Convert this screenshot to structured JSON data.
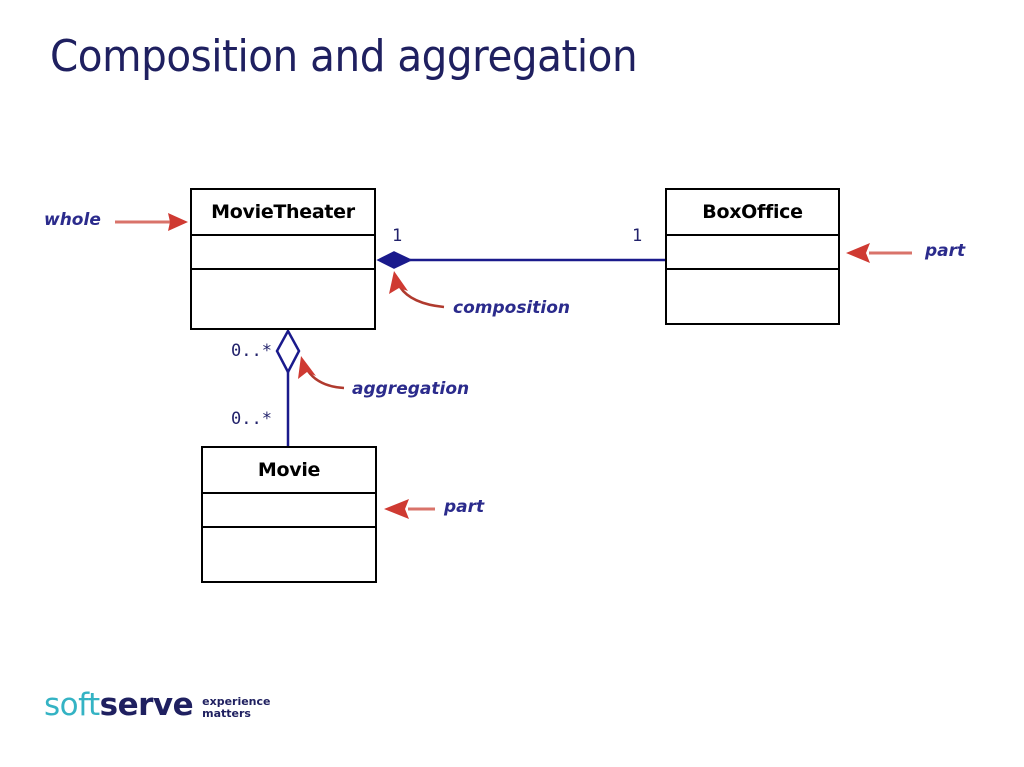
{
  "slide": {
    "title": "Composition and aggregation",
    "background_color": "#ffffff",
    "title_color": "#1f2060"
  },
  "diagram": {
    "type": "uml-class-diagram",
    "classes": [
      {
        "id": "movietheater",
        "name": "MovieTheater",
        "compartments": 3
      },
      {
        "id": "boxoffice",
        "name": "BoxOffice",
        "compartments": 3
      },
      {
        "id": "movie",
        "name": "Movie",
        "compartments": 3
      }
    ],
    "relationships": [
      {
        "kind": "composition",
        "from": "MovieTheater",
        "to": "BoxOffice",
        "from_multiplicity": "1",
        "to_multiplicity": "1",
        "diamond": "filled",
        "line_color": "#1a1a8c"
      },
      {
        "kind": "aggregation",
        "from": "MovieTheater",
        "to": "Movie",
        "from_multiplicity": "0..*",
        "to_multiplicity": "0..*",
        "diamond": "hollow",
        "line_color": "#1a1a8c"
      }
    ],
    "annotations": [
      {
        "id": "whole",
        "text": "whole",
        "points_to": "MovieTheater",
        "arrow": "straight-right"
      },
      {
        "id": "part-right",
        "text": "part",
        "points_to": "BoxOffice",
        "arrow": "straight-left"
      },
      {
        "id": "part-movie",
        "text": "part",
        "points_to": "Movie",
        "arrow": "straight-left"
      },
      {
        "id": "composition",
        "text": "composition",
        "points_to": "filled-diamond",
        "arrow": "curved-up-left"
      },
      {
        "id": "aggregation",
        "text": "aggregation",
        "points_to": "hollow-diamond",
        "arrow": "curved-up-left"
      }
    ],
    "annotation_text_color": "#2b2b8c",
    "annotation_arrow_color": "#c0392b",
    "annotation_arrow_light_color": "#d9736a",
    "class_border_color": "#000000",
    "class_fill_color": "#ffffff"
  },
  "logo": {
    "soft": "soft",
    "serve": "serve",
    "tagline_line1": "experience",
    "tagline_line2": "matters",
    "soft_color": "#34b3c4",
    "serve_color": "#1f2060"
  }
}
